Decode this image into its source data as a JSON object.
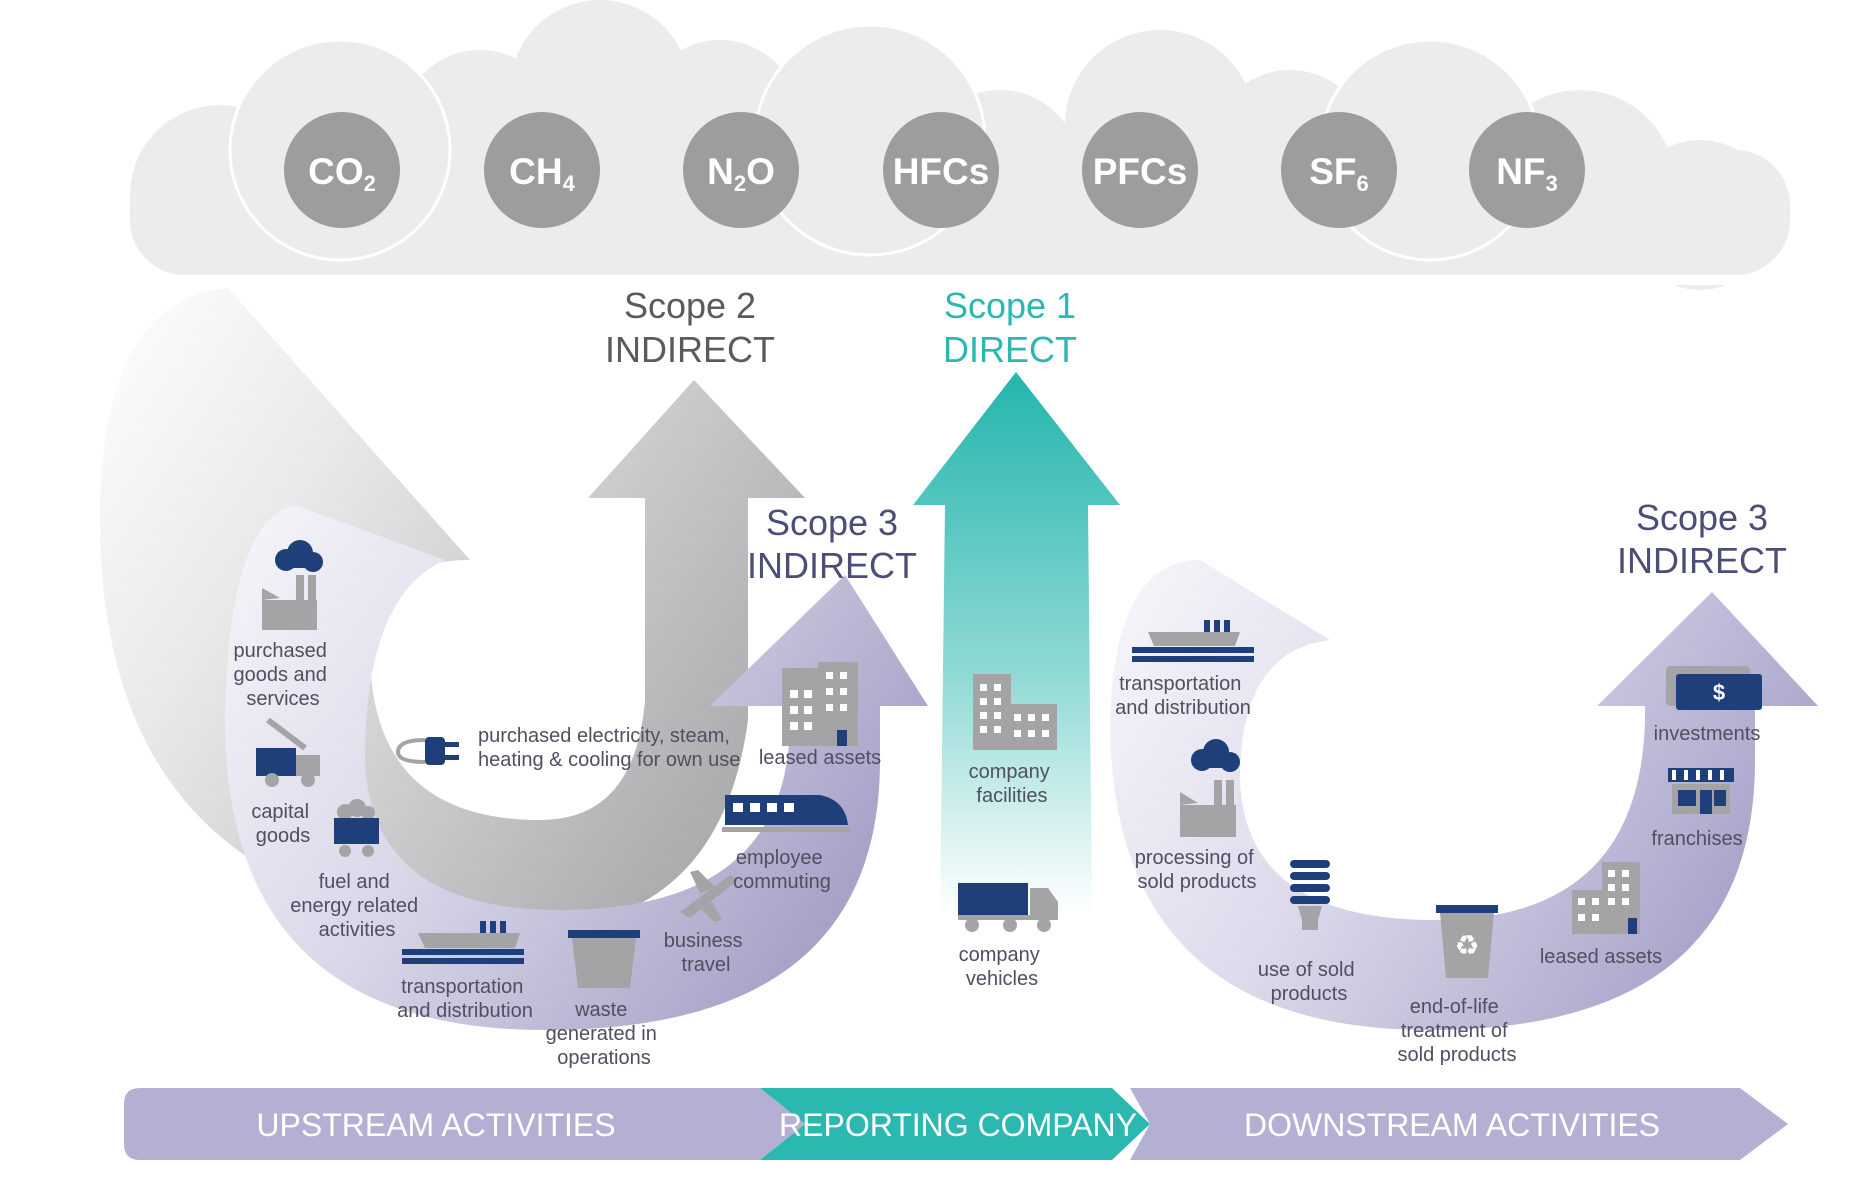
{
  "gases": [
    {
      "base": "CO",
      "sub": "2"
    },
    {
      "base": "CH",
      "sub": "4"
    },
    {
      "base": "N",
      "sub": "2",
      "tail": "O"
    },
    {
      "base": "HFCs"
    },
    {
      "base": "PFCs"
    },
    {
      "base": "SF",
      "sub": "6"
    },
    {
      "base": "NF",
      "sub": "3"
    }
  ],
  "scopes": {
    "scope2": {
      "line1": "Scope 2",
      "line2": "INDIRECT"
    },
    "scope1": {
      "line1": "Scope 1",
      "line2": "DIRECT"
    },
    "scope3_upstream": {
      "line1": "Scope 3",
      "line2": "INDIRECT"
    },
    "scope3_downstream": {
      "line1": "Scope 3",
      "line2": "INDIRECT"
    }
  },
  "upstream": {
    "purchased_goods": [
      "purchased",
      "goods and",
      "services"
    ],
    "capital_goods": [
      "capital",
      "goods"
    ],
    "fuel_energy": [
      "fuel and",
      "energy related",
      "activities"
    ],
    "transportation": [
      "transportation",
      "and distribution"
    ],
    "waste": [
      "waste",
      "generated in",
      "operations"
    ],
    "business_travel": [
      "business",
      "travel"
    ],
    "employee_commuting": [
      "employee",
      "commuting"
    ],
    "leased_assets": [
      "leased assets"
    ],
    "purchased_electricity": [
      "purchased electricity, steam,",
      "heating & cooling for own use"
    ]
  },
  "company": {
    "facilities": [
      "company",
      "facilities"
    ],
    "vehicles": [
      "company",
      "vehicles"
    ]
  },
  "downstream": {
    "transportation": [
      "transportation",
      "and distribution"
    ],
    "processing": [
      "processing of",
      "sold products"
    ],
    "use": [
      "use of sold",
      "products"
    ],
    "end_of_life": [
      "end-of-life",
      "treatment of",
      "sold products"
    ],
    "leased_assets": [
      "leased assets"
    ],
    "franchises": [
      "franchises"
    ],
    "investments": [
      "investments"
    ],
    "dollar_sign": "$"
  },
  "bar": {
    "upstream": "UPSTREAM ACTIVITIES",
    "reporting": "REPORTING COMPANY",
    "downstream": "DOWNSTREAM ACTIVITIES"
  },
  "colors": {
    "cloud": "#ececec",
    "gas_circle": "#9d9d9f",
    "scope1": "#2bb8b0",
    "scope3": "#b3b0d0",
    "scope2": "#b7b7b9",
    "icon_blue": "#1f3f7a",
    "icon_gray": "#a4a4a6",
    "text": "#4e5060"
  }
}
